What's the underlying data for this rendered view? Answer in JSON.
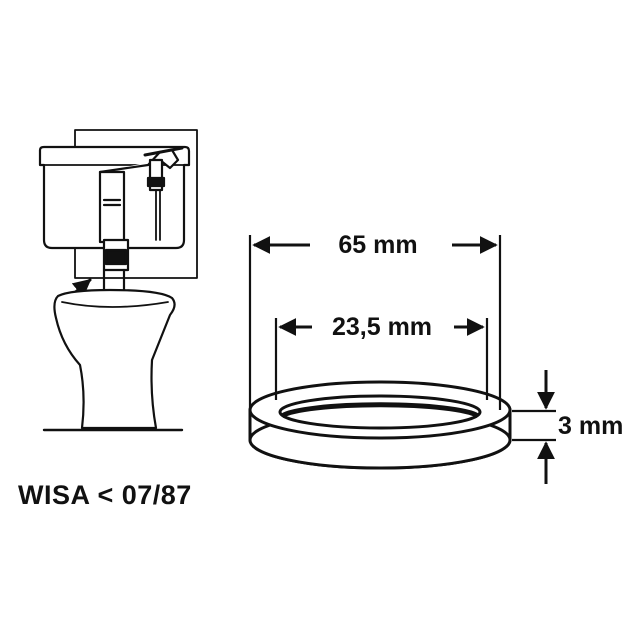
{
  "labels": {
    "outer_diameter": "65 mm",
    "inner_diameter": "23,5 mm",
    "thickness": "3 mm",
    "model": "WISA < 07/87"
  },
  "colors": {
    "ink": "#111111",
    "background": "#ffffff"
  }
}
